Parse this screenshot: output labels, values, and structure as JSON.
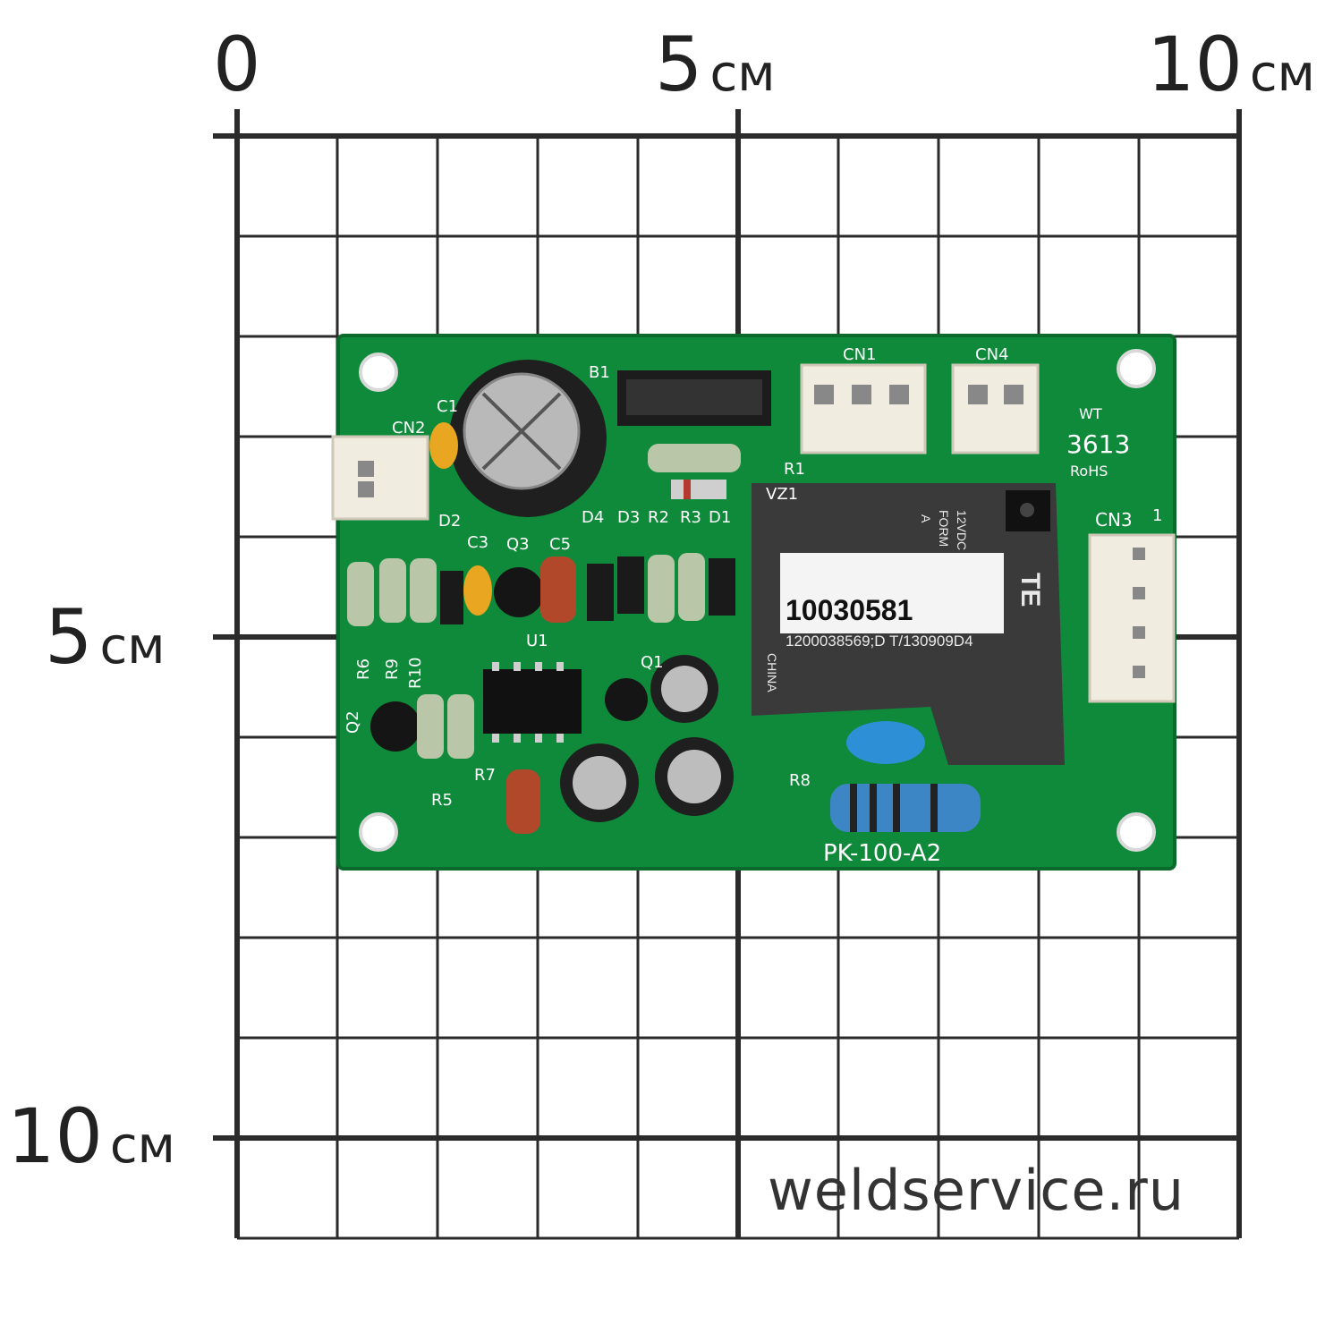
{
  "scale": {
    "top_labels": [
      {
        "num": "0",
        "unit": ""
      },
      {
        "num": "5",
        "unit": "см"
      },
      {
        "num": "10",
        "unit": "см"
      }
    ],
    "left_labels": [
      {
        "num": "5",
        "unit": "см"
      },
      {
        "num": "10",
        "unit": "см"
      }
    ]
  },
  "watermark": "weldservice.ru",
  "board": {
    "model": "PK-100-A2",
    "silkscreen": {
      "cn1": "CN1",
      "cn2": "CN2",
      "cn3": "CN3",
      "cn4": "CN4",
      "b1": "B1",
      "r1": "R1",
      "vz1": "VZ1",
      "c1": "C1",
      "d2": "D2",
      "c3": "C3",
      "q3": "Q3",
      "c5": "C5",
      "d4": "D4",
      "d3": "D3",
      "r2": "R2",
      "r3": "R3",
      "d1": "D1",
      "u1": "U1",
      "q1": "Q1",
      "r6": "R6",
      "r9": "R9",
      "r10": "R10",
      "q2": "Q2",
      "r7": "R7",
      "r5": "R5",
      "r8": "R8",
      "pin1": "1",
      "wt": "WT",
      "date": "3613",
      "rohs": "RoHS"
    },
    "relay": {
      "part_number": "10030581",
      "code": "1200038569;D T/130909D4",
      "brand": "TE",
      "spec1": "12VDC",
      "spec2": "FORM",
      "spec3": "A",
      "origin": "CHINA"
    }
  },
  "colors": {
    "pcb": "#0f8a3a",
    "grid": "#2b2b2b",
    "relay": "#3a3a3a"
  }
}
